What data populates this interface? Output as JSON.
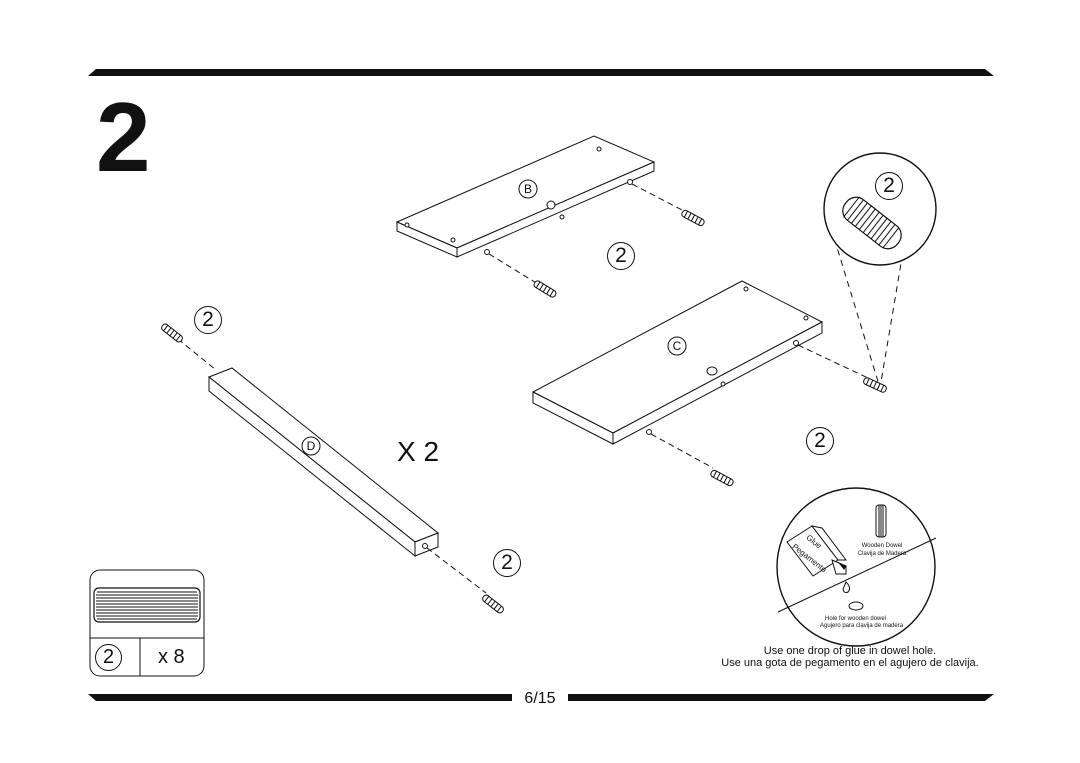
{
  "step": {
    "number": "2"
  },
  "panels": {
    "b": "B",
    "c": "C",
    "d": "D"
  },
  "multiplier": "X 2",
  "dowel_qty": "2",
  "parts_box": {
    "part_id": "2",
    "count": "x 8"
  },
  "callout": {
    "glue": "Glue",
    "pegamento": "Pegamento",
    "dowel_en": "Wooden Dowel",
    "dowel_es": "Clavija de Madera",
    "hole_en": "Hole for wooden dowel",
    "hole_es": "Agujero para clavija de madera"
  },
  "instructions": {
    "en": "Use one drop of glue in dowel hole.",
    "es": "Use una gota de pegamento en el agujero de clavija."
  },
  "page": "6/15",
  "icons": [
    "wooden-dowel-icon",
    "glue-bottle-icon",
    "magnifier-callout-icon"
  ]
}
